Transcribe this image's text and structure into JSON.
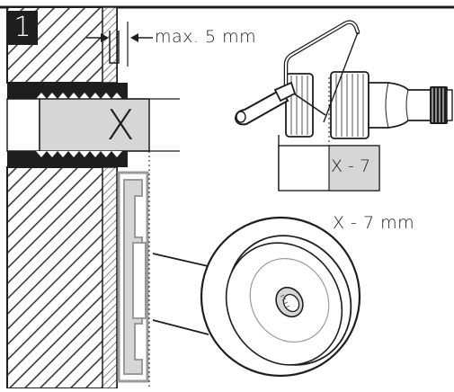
{
  "step": {
    "number": "1"
  },
  "labels": {
    "max_gap": "max. 5 mm",
    "pipe_length": "X",
    "cut_length": "X - 7",
    "cut_measure": "X - 7 mm"
  },
  "colors": {
    "ink": "#1e1e1e",
    "hatch": "#3a3a3a",
    "fill_grey": "#d6d6d6",
    "mid_grey": "#9a9a9a",
    "paper": "#ffffff"
  },
  "icons": {
    "saw": "hacksaw-icon",
    "valve": "valve-body-icon",
    "rosette": "rosette-icon"
  }
}
